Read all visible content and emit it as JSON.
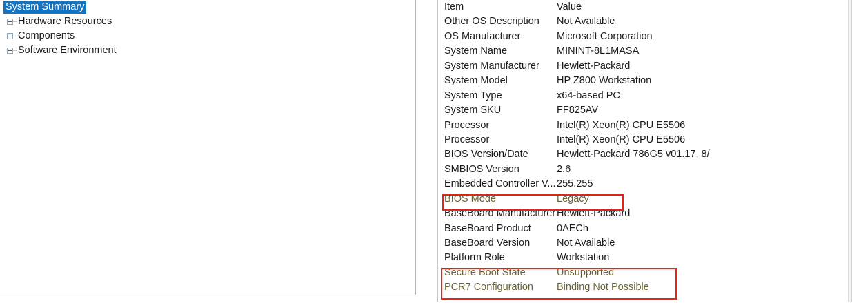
{
  "tree": {
    "selected_label": "System Summary",
    "items": [
      {
        "label": "System Summary",
        "selected": true,
        "expandable": false
      },
      {
        "label": "Hardware Resources",
        "selected": false,
        "expandable": true
      },
      {
        "label": "Components",
        "selected": false,
        "expandable": true
      },
      {
        "label": "Software Environment",
        "selected": false,
        "expandable": true
      }
    ]
  },
  "detail": {
    "columns": {
      "item": "Item",
      "value": "Value"
    },
    "rows": [
      {
        "item": "Item",
        "value": "Value",
        "header": true,
        "flagged": false
      },
      {
        "item": "Other OS Description",
        "value": "Not Available",
        "header": false,
        "flagged": false
      },
      {
        "item": "OS Manufacturer",
        "value": "Microsoft Corporation",
        "header": false,
        "flagged": false
      },
      {
        "item": "System Name",
        "value": "MININT-8L1MASA",
        "header": false,
        "flagged": false
      },
      {
        "item": "System Manufacturer",
        "value": "Hewlett-Packard",
        "header": false,
        "flagged": false
      },
      {
        "item": "System Model",
        "value": "HP Z800 Workstation",
        "header": false,
        "flagged": false
      },
      {
        "item": "System Type",
        "value": "x64-based PC",
        "header": false,
        "flagged": false
      },
      {
        "item": "System SKU",
        "value": "FF825AV",
        "header": false,
        "flagged": false
      },
      {
        "item": "Processor",
        "value": "Intel(R) Xeon(R) CPU          E5506",
        "header": false,
        "flagged": false
      },
      {
        "item": "Processor",
        "value": "Intel(R) Xeon(R) CPU          E5506",
        "header": false,
        "flagged": false
      },
      {
        "item": "BIOS Version/Date",
        "value": "Hewlett-Packard 786G5 v01.17, 8/",
        "header": false,
        "flagged": false
      },
      {
        "item": "SMBIOS Version",
        "value": "2.6",
        "header": false,
        "flagged": false
      },
      {
        "item": "Embedded Controller V...",
        "value": "255.255",
        "header": false,
        "flagged": false
      },
      {
        "item": "BIOS Mode",
        "value": "Legacy",
        "header": false,
        "flagged": true
      },
      {
        "item": "BaseBoard Manufacturer",
        "value": "Hewlett-Packard",
        "header": false,
        "flagged": false
      },
      {
        "item": "BaseBoard Product",
        "value": "0AECh",
        "header": false,
        "flagged": false
      },
      {
        "item": "BaseBoard Version",
        "value": "Not Available",
        "header": false,
        "flagged": false
      },
      {
        "item": "Platform Role",
        "value": "Workstation",
        "header": false,
        "flagged": false
      },
      {
        "item": "Secure Boot State",
        "value": "Unsupported",
        "header": false,
        "flagged": true
      },
      {
        "item": "PCR7 Configuration",
        "value": "Binding Not Possible",
        "header": false,
        "flagged": true
      }
    ]
  },
  "annotations": {
    "color": "#e2231a",
    "boxes": [
      {
        "name": "bios-mode-highlight",
        "target": "BIOS Mode"
      },
      {
        "name": "secure-boot-highlight",
        "target": "Secure Boot State / PCR7 Configuration"
      }
    ]
  },
  "colors": {
    "selection": "#1474c4",
    "annotation": "#e2231a",
    "text": "#1b1b1b",
    "flagged_text": "#6b6233",
    "border": "#c9c9c9"
  }
}
